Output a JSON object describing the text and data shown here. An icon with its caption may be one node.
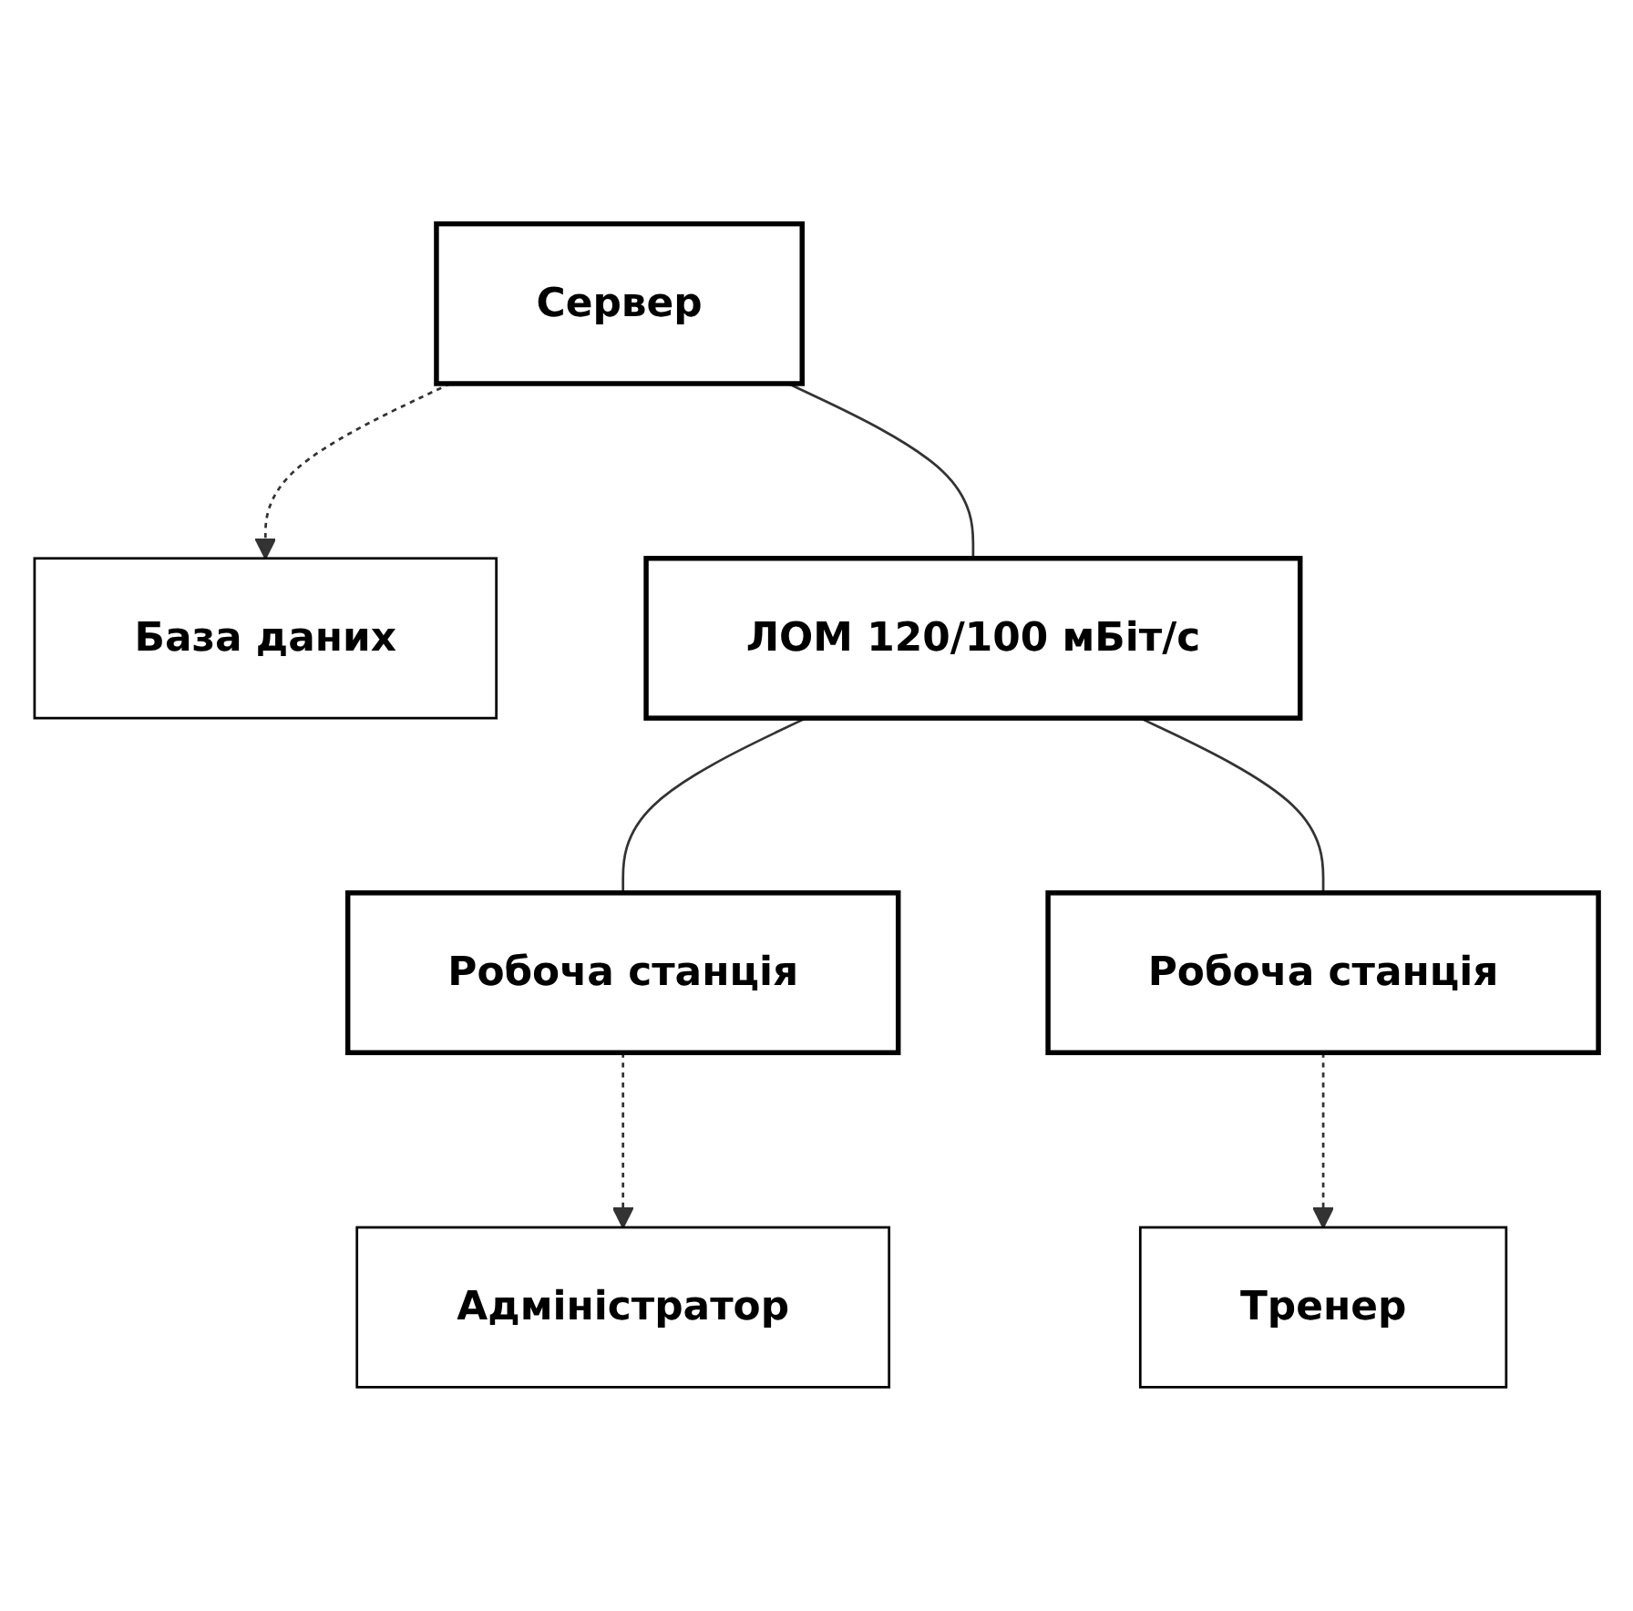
{
  "diagram": {
    "nodes": [
      {
        "text": [
          "Сервер"
        ]
      },
      {
        "text": [
          "База даних"
        ]
      },
      {
        "text": [
          "ЛОМ 120/100 мБіт/с"
        ]
      },
      {
        "text": [
          "Робоча станція"
        ]
      },
      {
        "text": [
          "Робоча станція"
        ]
      },
      {
        "text": [
          "Адміністратор"
        ]
      },
      {
        "text": [
          "Тренер"
        ]
      }
    ],
    "edges": [
      {
        "from": 0,
        "to": 1,
        "arrow": "to",
        "style": "dashed"
      },
      {
        "from": 0,
        "to": 2,
        "arrow": "none"
      },
      {
        "from": 2,
        "to": 3,
        "arrow": "none"
      },
      {
        "from": 2,
        "to": 4,
        "arrow": "none"
      },
      {
        "from": 3,
        "to": 5,
        "arrow": "to",
        "style": "dashed"
      },
      {
        "from": 4,
        "to": 6,
        "arrow": "to",
        "style": "dashed"
      }
    ]
  }
}
